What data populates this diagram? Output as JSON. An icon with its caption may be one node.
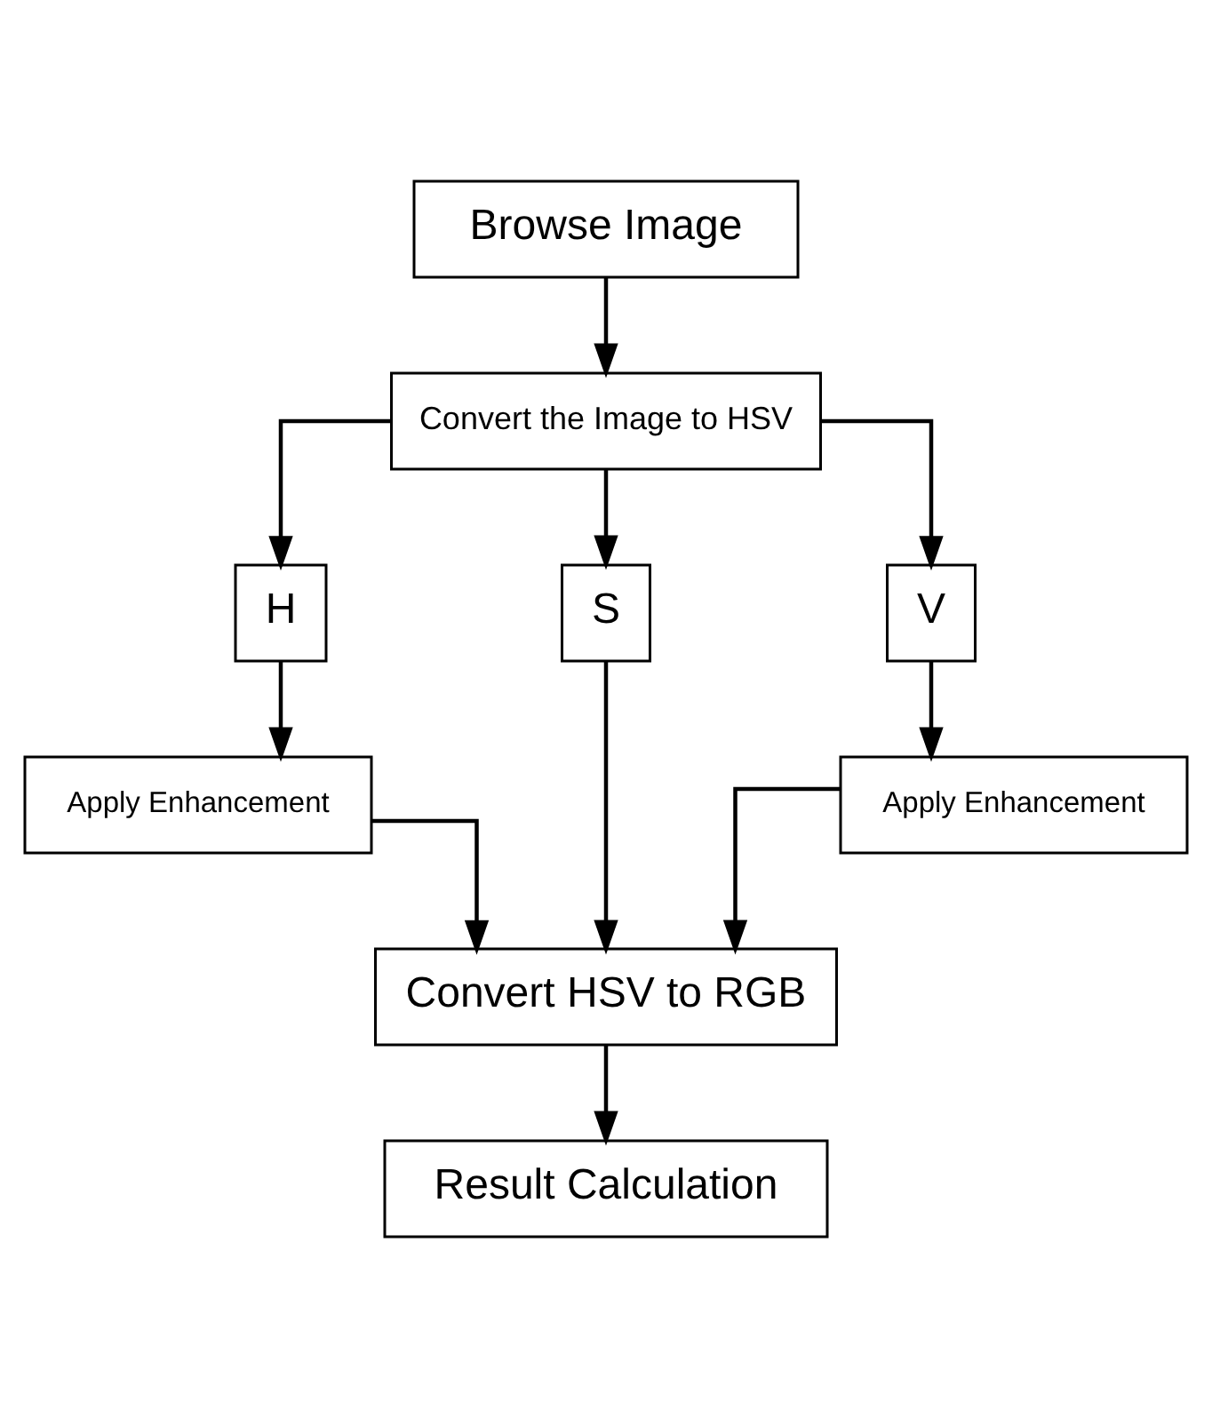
{
  "diagram": {
    "nodes": [
      {
        "text": [
          "Browse Image"
        ]
      },
      {
        "text": [
          "Convert the Image to HSV"
        ]
      },
      {
        "text": [
          "H"
        ]
      },
      {
        "text": [
          "S"
        ]
      },
      {
        "text": [
          "V"
        ]
      },
      {
        "text": [
          "Apply Enhancement"
        ]
      },
      {
        "text": [
          "Apply Enhancement"
        ]
      },
      {
        "text": [
          "Convert HSV to RGB"
        ]
      },
      {
        "text": [
          "Result Calculation"
        ]
      }
    ],
    "edges": [
      {
        "from": 0,
        "to": 1,
        "arrow": "to"
      },
      {
        "from": 1,
        "to": 2,
        "arrow": "to"
      },
      {
        "from": 1,
        "to": 3,
        "arrow": "to"
      },
      {
        "from": 1,
        "to": 4,
        "arrow": "to"
      },
      {
        "from": 2,
        "to": 5,
        "arrow": "to"
      },
      {
        "from": 4,
        "to": 6,
        "arrow": "to"
      },
      {
        "from": 5,
        "to": 7,
        "arrow": "to"
      },
      {
        "from": 3,
        "to": 7,
        "arrow": "to"
      },
      {
        "from": 6,
        "to": 7,
        "arrow": "to"
      },
      {
        "from": 7,
        "to": 8,
        "arrow": "to"
      }
    ]
  }
}
